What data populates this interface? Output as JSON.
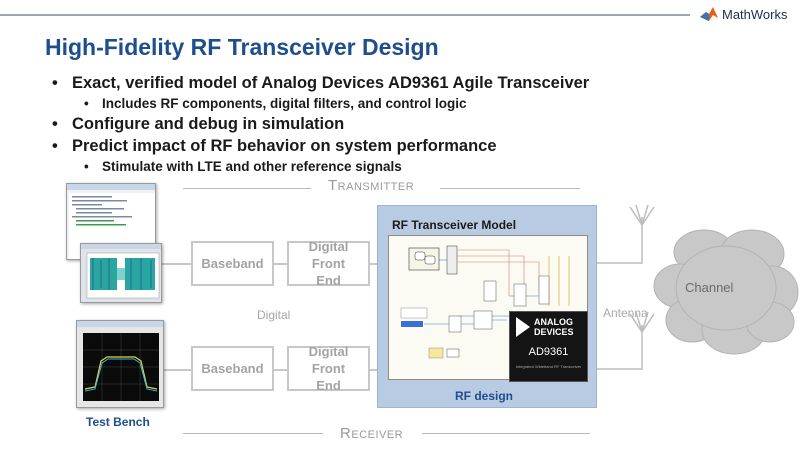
{
  "brand": {
    "name": "MathWorks",
    "icon": "membrane-logo-icon"
  },
  "slide": {
    "title": "High-Fidelity RF Transceiver Design"
  },
  "bullets": [
    {
      "text": "Exact, verified model of Analog Devices AD9361 Agile Transceiver",
      "sub": [
        "Includes RF components, digital filters, and control logic"
      ]
    },
    {
      "text": "Configure and debug in simulation",
      "sub": []
    },
    {
      "text": "Predict impact of RF behavior on system performance",
      "sub": [
        "Stimulate with LTE and other reference signals"
      ]
    }
  ],
  "diagram": {
    "transmitter_label": "Transmitter",
    "receiver_label": "Receiver",
    "tx_baseband": "Baseband",
    "tx_frontend": "Digital Front End",
    "rx_baseband": "Baseband",
    "rx_frontend": "Digital Front End",
    "digital_label": "Digital",
    "antenna_label": "Antenna",
    "channel_label": "Channel",
    "model_title": "RF Transceiver Model",
    "rf_design_label": "RF design",
    "test_bench_label": "Test Bench",
    "chip": {
      "brand_line1": "ANALOG",
      "brand_line2": "DEVICES",
      "part": "AD9361",
      "subtitle": "Integrated Wideband RF Transceiver"
    }
  },
  "colors": {
    "title": "#1f4e8c",
    "panel": "#b9cbe3",
    "box_border": "#c7c7c7",
    "box_text": "#a3a3a3",
    "cloud": "#c8c8c8"
  }
}
